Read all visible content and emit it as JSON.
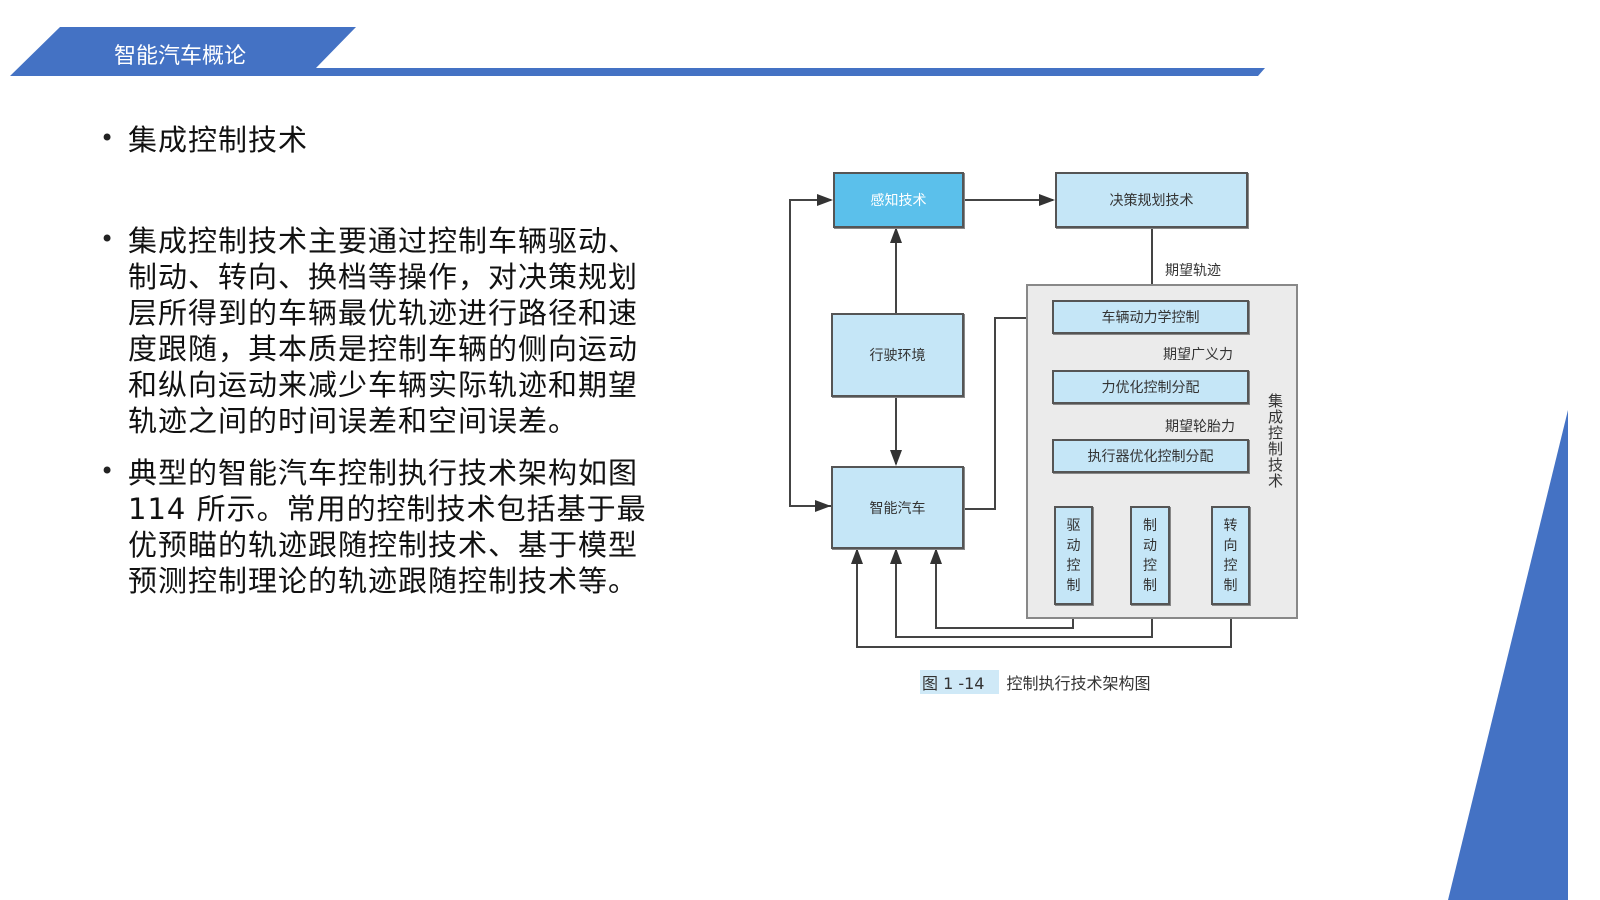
{
  "header": {
    "title": "智能汽车概论"
  },
  "colors": {
    "accent": "#4472c4",
    "box": "#c5e6f7",
    "box_dark": "#5bc0eb"
  },
  "bullets": [
    {
      "lines": [
        "集成控制技术"
      ]
    },
    {
      "lines": [
        "集成控制技术主要通过控制车辆驱动、",
        "制动、转向、换档等操作，对决策规划",
        "层所得到的车辆最优轨迹进行路径和速",
        "度跟随，其本质是控制车辆的侧向运动",
        "和纵向运动来减少车辆实际轨迹和期望",
        "轨迹之间的时间误差和空间误差。"
      ]
    },
    {
      "lines": [
        "典型的智能汽车控制执行技术架构如图",
        "114 所示。常用的控制技术包括基于最",
        "优预瞄的轨迹跟随控制技术、基于模型",
        "预测控制理论的轨迹跟随控制技术等。"
      ]
    }
  ],
  "diagram": {
    "perception": "感知技术",
    "decision": "决策规划技术",
    "environment": "行驶环境",
    "vehicle": "智能汽车",
    "dynamics": "车辆动力学控制",
    "force_alloc": "力优化控制分配",
    "actuator_alloc": "执行器优化控制分配",
    "drive": "驱动控制",
    "brake": "制动控制",
    "steer": "转向控制",
    "label_trajectory": "期望轨迹",
    "label_generalized_force": "期望广义力",
    "label_tire_force": "期望轮胎力",
    "group_label": "集成控制技术",
    "caption_number": "图 1 -14",
    "caption_text": "控制执行技术架构图"
  }
}
